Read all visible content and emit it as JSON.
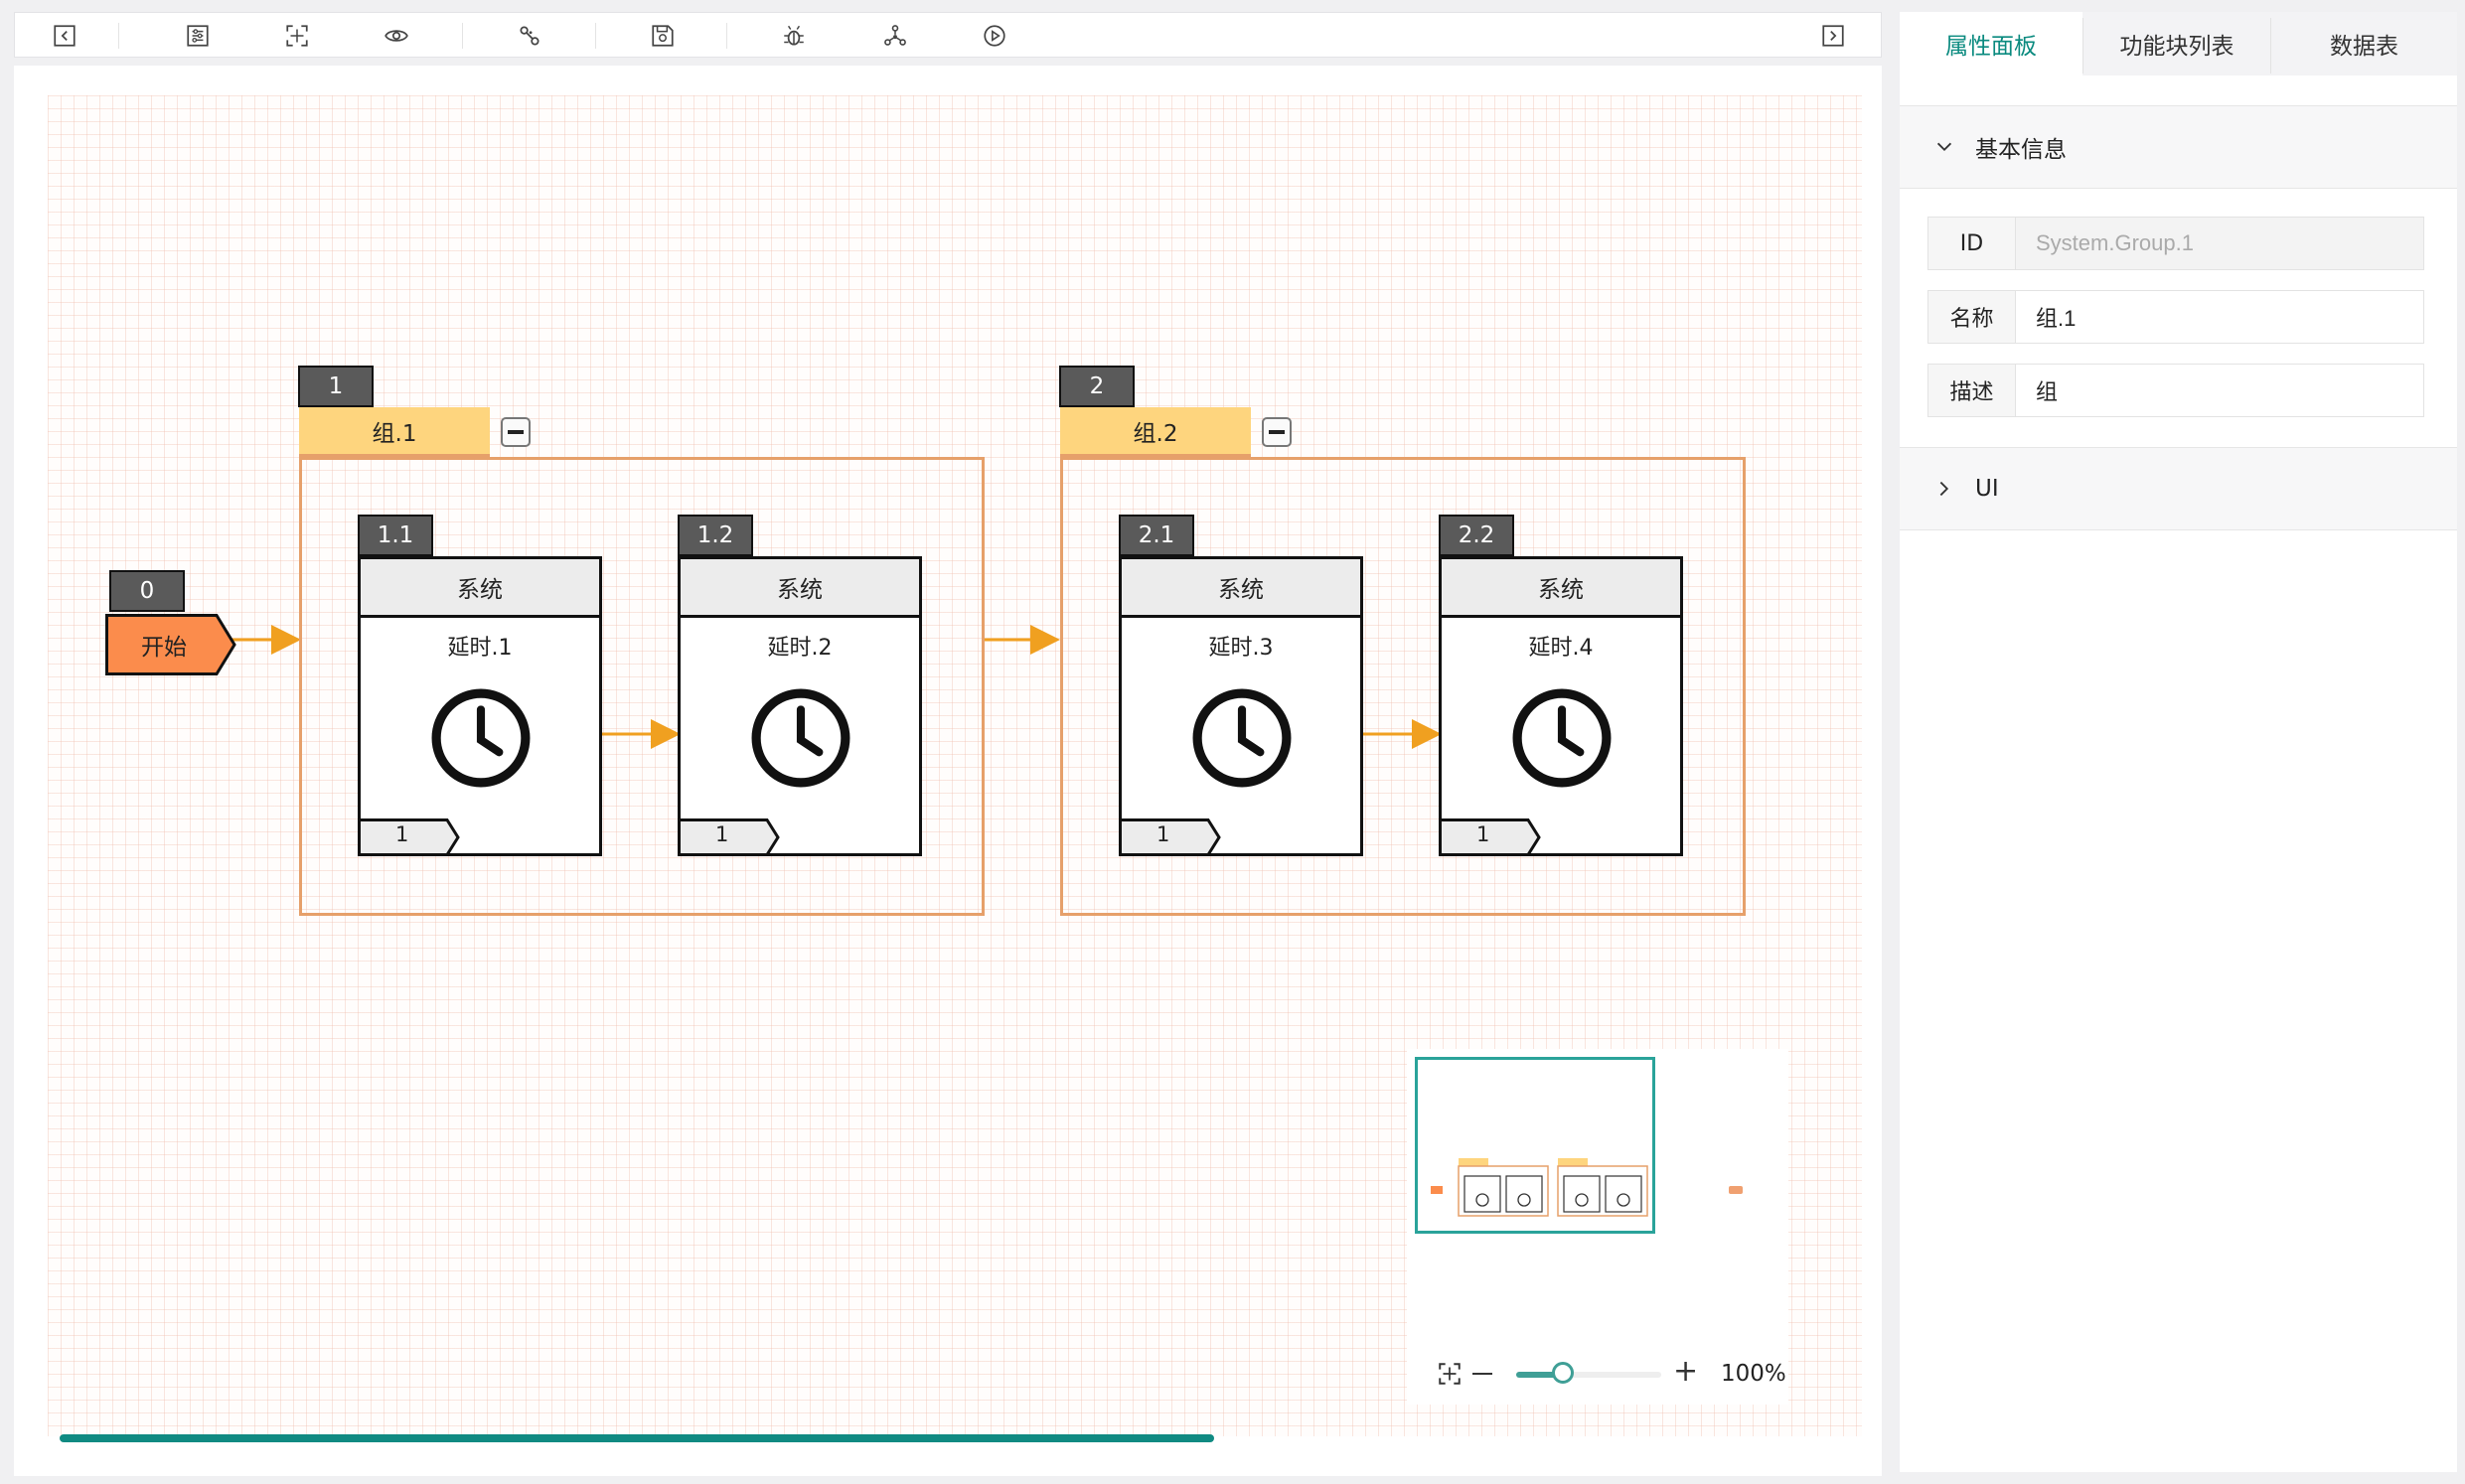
{
  "toolbar": {
    "items": [
      {
        "icon": "collapse-left-icon"
      },
      {
        "icon": "sliders-icon"
      },
      {
        "icon": "fit-view-icon"
      },
      {
        "icon": "eye-icon"
      },
      {
        "icon": "link-icon"
      },
      {
        "icon": "save-icon"
      },
      {
        "icon": "bug-icon"
      },
      {
        "icon": "network-icon"
      },
      {
        "icon": "play-icon"
      },
      {
        "icon": "collapse-right-icon"
      }
    ]
  },
  "canvas": {
    "start": {
      "badge": "0",
      "label": "开始",
      "color": "#fb8c4c"
    },
    "groups": [
      {
        "badge": "1",
        "title": "组.1",
        "blocks": [
          {
            "badge": "1.1",
            "category": "系统",
            "name": "延时.1",
            "port": "1",
            "icon": "clock-icon"
          },
          {
            "badge": "1.2",
            "category": "系统",
            "name": "延时.2",
            "port": "1",
            "icon": "clock-icon"
          }
        ]
      },
      {
        "badge": "2",
        "title": "组.2",
        "blocks": [
          {
            "badge": "2.1",
            "category": "系统",
            "name": "延时.3",
            "port": "1",
            "icon": "clock-icon"
          },
          {
            "badge": "2.2",
            "category": "系统",
            "name": "延时.4",
            "port": "1",
            "icon": "clock-icon"
          }
        ]
      }
    ],
    "link_color": "#f0a020",
    "group_border_color": "#e6a06a",
    "group_tab_color": "#fed57e",
    "zoom": {
      "value": 0.32,
      "label": "100%"
    }
  },
  "panel": {
    "tabs": [
      {
        "label": "属性面板",
        "active": true
      },
      {
        "label": "功能块列表",
        "active": false
      },
      {
        "label": "数据表",
        "active": false
      }
    ],
    "basic_section": "基本信息",
    "fields": [
      {
        "label": "ID",
        "value": "System.Group.1",
        "disabled": true
      },
      {
        "label": "名称",
        "value": "组.1",
        "disabled": false
      },
      {
        "label": "描述",
        "value": "组",
        "disabled": false
      }
    ],
    "ui_section": "UI",
    "accent": "#0a8a7f"
  }
}
